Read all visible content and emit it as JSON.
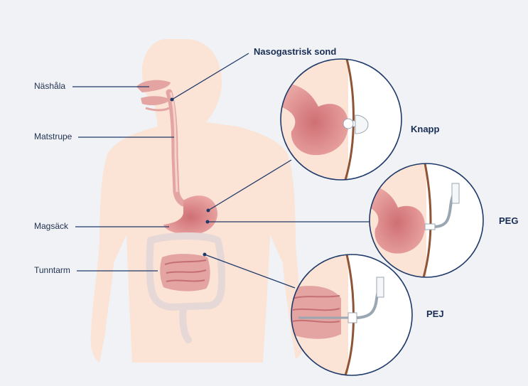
{
  "labels": {
    "nashala": "Näshåla",
    "matstrupe": "Matstrupe",
    "magsack": "Magsäck",
    "tunntarm": "Tunntarm",
    "nasogastrisk": "Nasogastrisk sond",
    "knapp": "Knapp",
    "peg": "PEG",
    "pej": "PEJ"
  },
  "colors": {
    "background": "#f0f2f5",
    "body_fill": "#fbe3d6",
    "organ": "#e3a4a2",
    "organ_dark": "#c66f72",
    "line": "#1f3a6a",
    "skin": "#9a5a3a",
    "tube": "#c9d2dc"
  }
}
